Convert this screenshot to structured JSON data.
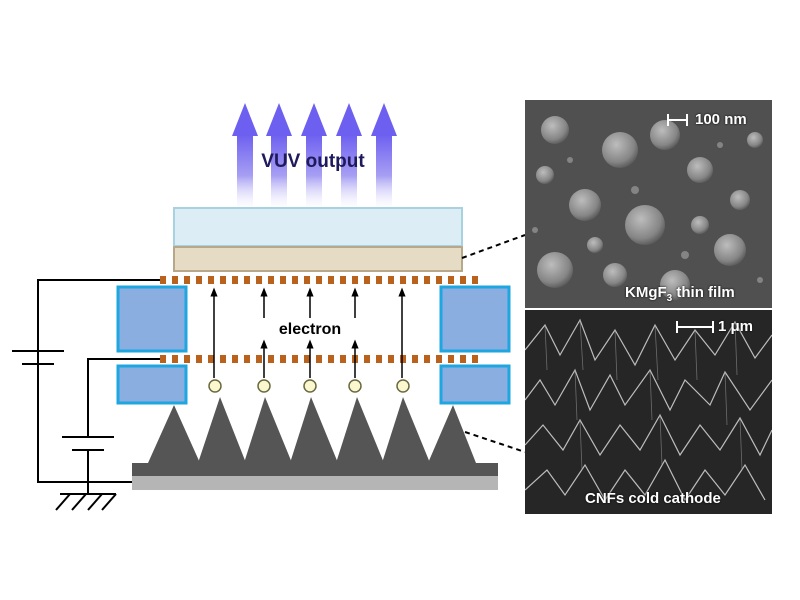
{
  "diagram": {
    "vuv_label": "VUV output",
    "electron_label": "electron"
  },
  "panels": {
    "top": {
      "scale_text": "100 nm",
      "caption_prefix": "KMgF",
      "caption_subscript": "3",
      "caption_suffix": " thin film"
    },
    "bottom": {
      "scale_text": "1 μm",
      "caption": "CNFs cold cathode"
    }
  },
  "colors": {
    "arrow": "#7b6ff0",
    "window": "#dcedf5",
    "film": "#e6dcc6",
    "grid": "#b8621e",
    "spacer": "#8aaee0",
    "spacer_border": "#1ea6e0",
    "cathode": "#555555",
    "substrate": "#b5b5b5",
    "emitter": "#fbf8d0"
  }
}
